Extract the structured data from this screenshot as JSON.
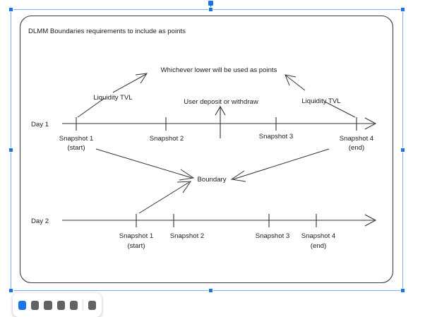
{
  "canvas": {
    "background_color": "#ffffff",
    "shape": {
      "name": "rounded-rectangle",
      "stroke_color": "#3c3c3c",
      "fill_color": "#ffffff",
      "corner_radius": 16
    }
  },
  "diagram": {
    "title": "DLMM Boundaries requirements to include as points",
    "annotations": {
      "whichever_lower": "Whichever lower will be used as points",
      "liquidity_tvl_left": "Liquidity TVL",
      "liquidity_tvl_right": "Liquidity TVL",
      "user_deposit": "User deposit or withdraw",
      "boundary": "Boundary"
    },
    "timelines": [
      {
        "id": "day-1",
        "label": "Day 1",
        "ticks": [
          {
            "label": "Snapshot 1",
            "sublabel": "(start)"
          },
          {
            "label": "Snapshot 2",
            "sublabel": ""
          },
          {
            "label": "Snapshot 3",
            "sublabel": ""
          },
          {
            "label": "Snapshot 4",
            "sublabel": "(end)"
          }
        ]
      },
      {
        "id": "day-2",
        "label": "Day 2",
        "ticks": [
          {
            "label": "Snapshot 1",
            "sublabel": "(start)"
          },
          {
            "label": "Snapshot 2",
            "sublabel": ""
          },
          {
            "label": "Snapshot 3",
            "sublabel": ""
          },
          {
            "label": "Snapshot 4",
            "sublabel": "(end)"
          }
        ]
      }
    ]
  },
  "selection": {
    "color": "#1a73e8",
    "line_color": "#7aaefc",
    "handle_count": 8
  },
  "toolbar": {
    "buttons": [
      "select-tool",
      "shape-tool",
      "line-tool",
      "text-tool",
      "image-tool",
      "more-tool"
    ]
  }
}
